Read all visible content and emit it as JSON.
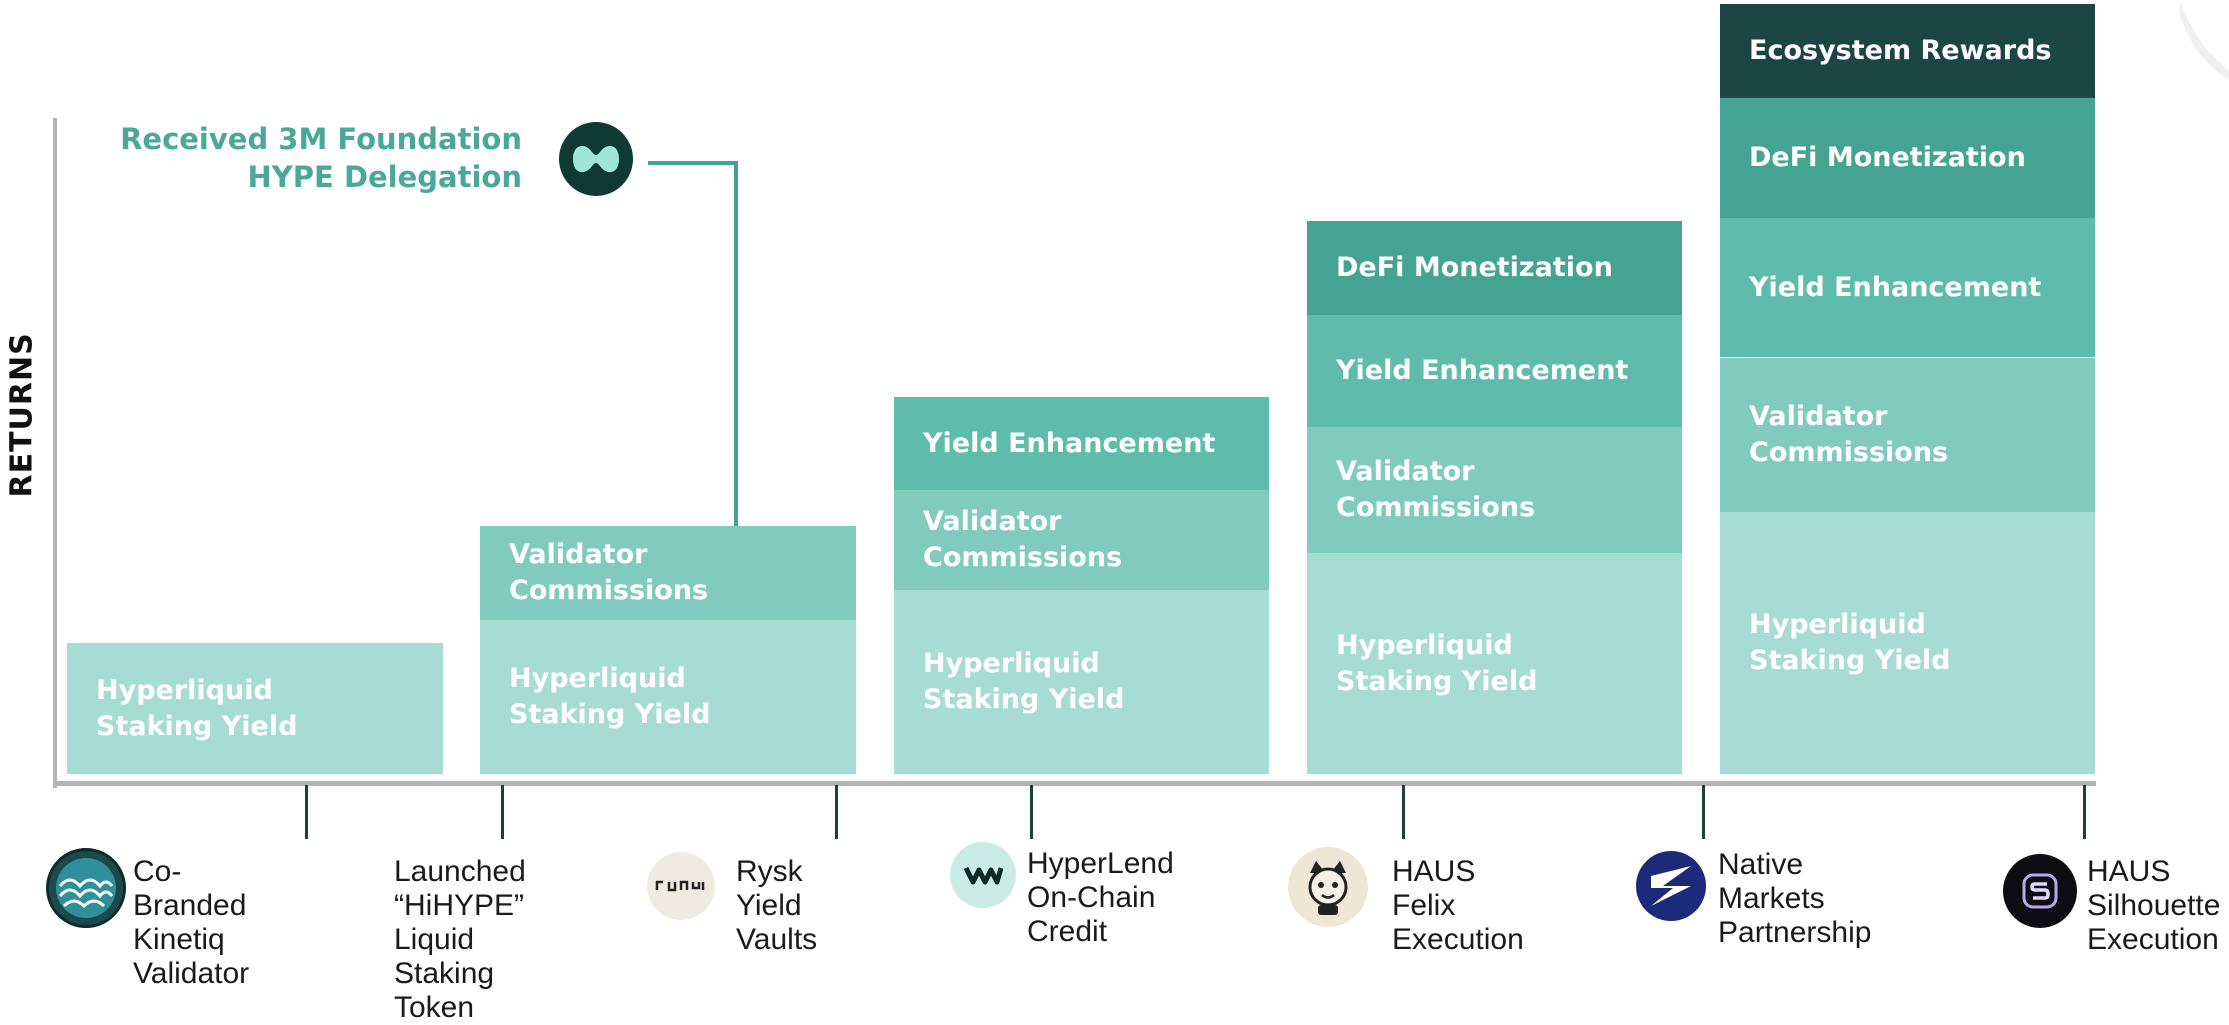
{
  "axis": {
    "y_label": "RETURNS"
  },
  "callout": {
    "text": "Received 3M Foundation\nHYPE Delegation"
  },
  "columns": [
    {
      "segments": [
        {
          "label": "Hyperliquid\nStaking Yield",
          "kind": "stake"
        }
      ]
    },
    {
      "segments": [
        {
          "label": "Hyperliquid\nStaking Yield",
          "kind": "stake"
        },
        {
          "label": "Validator\nCommissions",
          "kind": "val"
        }
      ]
    },
    {
      "segments": [
        {
          "label": "Hyperliquid\nStaking Yield",
          "kind": "stake"
        },
        {
          "label": "Validator\nCommissions",
          "kind": "val"
        },
        {
          "label": "Yield Enhancement",
          "kind": "yield"
        }
      ]
    },
    {
      "segments": [
        {
          "label": "Hyperliquid\nStaking Yield",
          "kind": "stake"
        },
        {
          "label": "Validator\nCommissions",
          "kind": "val"
        },
        {
          "label": "Yield Enhancement",
          "kind": "yield"
        },
        {
          "label": "DeFi Monetization",
          "kind": "defi"
        }
      ]
    },
    {
      "segments": [
        {
          "label": "Hyperliquid\nStaking Yield",
          "kind": "stake"
        },
        {
          "label": "Validator\nCommissions",
          "kind": "val"
        },
        {
          "label": "Yield Enhancement",
          "kind": "yield"
        },
        {
          "label": "DeFi Monetization",
          "kind": "defi"
        },
        {
          "label": "Ecosystem Rewards",
          "kind": "eco"
        }
      ]
    }
  ],
  "milestones": [
    {
      "label": "Co-Branded\nKinetiq Validator",
      "icon": "kinetiq-wave-icon"
    },
    {
      "label": "Launched\n“HiHYPE” Liquid\nStaking Token",
      "icon": "none"
    },
    {
      "label": "Rysk Yield\nVaults",
      "icon": "rysk-icon"
    },
    {
      "label": "HyperLend\nOn-Chain\nCredit",
      "icon": "hyperlend-icon"
    },
    {
      "label": "HAUS Felix\nExecution",
      "icon": "felix-cat-icon"
    },
    {
      "label": "Native\nMarkets\nPartnership",
      "icon": "native-markets-icon"
    },
    {
      "label": "HAUS\nSilhouette\nExecution",
      "icon": "silhouette-icon"
    }
  ],
  "colors": {
    "stake": "#a7dcd3",
    "val": "#81cbbe",
    "yield": "#5fbcac",
    "defi": "#44a393",
    "eco": "#1c4643",
    "accent": "#4aa898"
  }
}
